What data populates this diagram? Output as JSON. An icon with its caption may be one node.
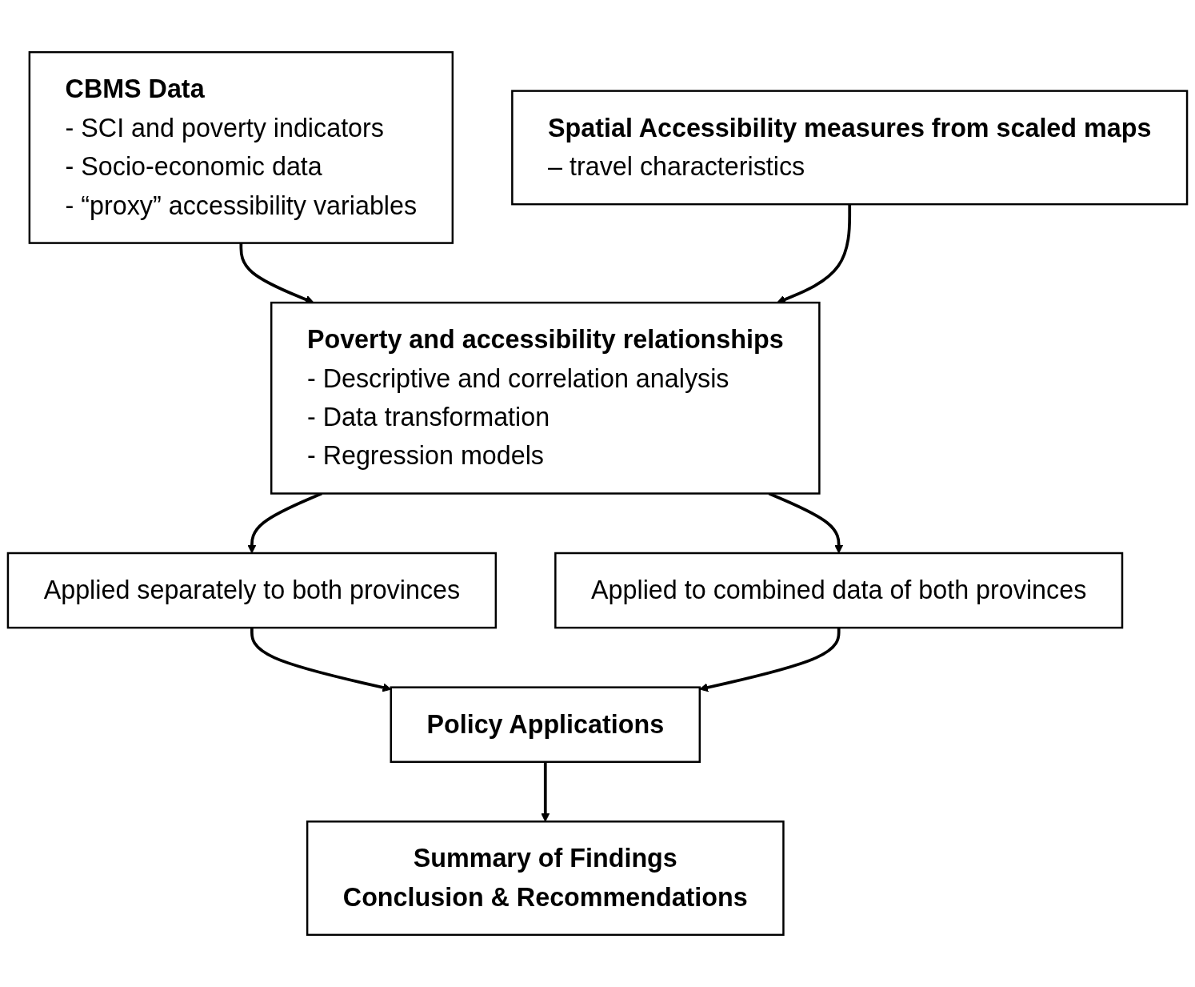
{
  "diagram": {
    "nodes": [
      {
        "text": [
          "CBMS Data",
          "- SCI and poverty indicators",
          "- Socio-economic data",
          "- “proxy” accessibility variables"
        ]
      },
      {
        "text": [
          "Spatial Accessibility measures from scaled maps",
          "– travel characteristics"
        ]
      },
      {
        "text": [
          "Poverty and accessibility relationships",
          "- Descriptive and correlation analysis",
          "- Data transformation",
          "- Regression models"
        ]
      },
      {
        "text": [
          "Applied separately to both provinces"
        ]
      },
      {
        "text": [
          "Applied to combined data of both provinces"
        ]
      },
      {
        "text": [
          "Policy Applications"
        ]
      },
      {
        "text": [
          "Summary of Findings",
          "Conclusion & Recommendations"
        ]
      }
    ],
    "edges": [
      {
        "from": 0,
        "to": 2,
        "arrow": "to"
      },
      {
        "from": 1,
        "to": 2,
        "arrow": "to"
      },
      {
        "from": 2,
        "to": 3,
        "arrow": "to"
      },
      {
        "from": 2,
        "to": 4,
        "arrow": "to"
      },
      {
        "from": 3,
        "to": 5,
        "arrow": "to"
      },
      {
        "from": 4,
        "to": 5,
        "arrow": "to"
      },
      {
        "from": 5,
        "to": 6,
        "arrow": "to"
      }
    ]
  }
}
